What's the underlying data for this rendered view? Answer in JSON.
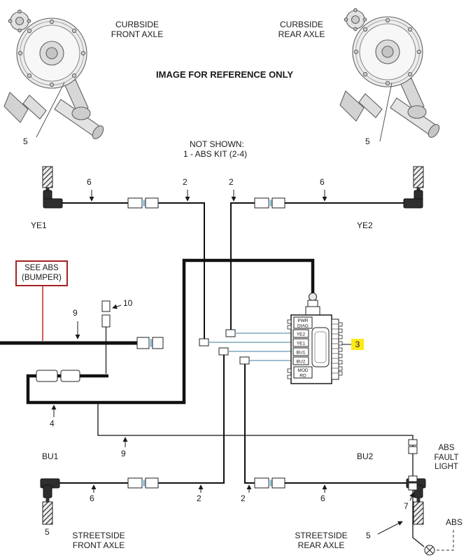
{
  "colors": {
    "highlight_yellow": "#ffe81a",
    "see_abs_red": "#c22525",
    "ecu_wire_blue": "#7fa8bf"
  },
  "header": {
    "curbside_front_line1": "CURBSIDE",
    "curbside_front_line2": "FRONT AXLE",
    "curbside_rear_line1": "CURBSIDE",
    "curbside_rear_line2": "REAR AXLE",
    "reference_note": "IMAGE FOR REFERENCE ONLY",
    "not_shown_title": "NOT SHOWN:",
    "not_shown_item": "1 - ABS KIT (2-4)"
  },
  "wire_labels": {
    "ye1": "YE1",
    "ye2": "YE2",
    "bu1": "BU1",
    "bu2": "BU2"
  },
  "see_abs": {
    "line1": "SEE ABS",
    "line2": "(BUMPER)"
  },
  "fault_light": {
    "line1": "ABS",
    "line2": "FAULT",
    "line3": "LIGHT"
  },
  "abs_lamp_label": "ABS",
  "footer": {
    "streetside_front_line1": "STREETSIDE",
    "streetside_front_line2": "FRONT AXLE",
    "streetside_rear_line1": "STREETSIDE",
    "streetside_rear_line2": "REAR AXLE"
  },
  "callouts": {
    "n2": "2",
    "n3": "3",
    "n4": "4",
    "n5": "5",
    "n6": "6",
    "n7": "7",
    "n9": "9",
    "n10": "10"
  },
  "ecu": {
    "pwr": "PWR",
    "diag": "DIAG",
    "ye2": "YE2",
    "ye1": "YE1",
    "bu1": "BU1",
    "bu2": "BU2",
    "mod": "MOD",
    "rd": "RD"
  }
}
